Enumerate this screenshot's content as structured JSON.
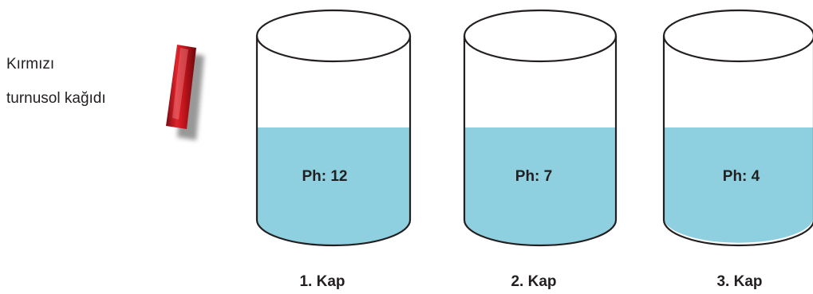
{
  "litmus": {
    "label_line1": "Kırmızı",
    "label_line2": "turnusol kağıdı",
    "color": "#c0141c"
  },
  "liquid_color": "#8fd0e0",
  "containers": [
    {
      "ph_text": "Ph: 12",
      "caption": "1. Kap"
    },
    {
      "ph_text": "Ph: 7",
      "caption": "2. Kap"
    },
    {
      "ph_text": "Ph: 4",
      "caption": "3. Kap"
    }
  ]
}
